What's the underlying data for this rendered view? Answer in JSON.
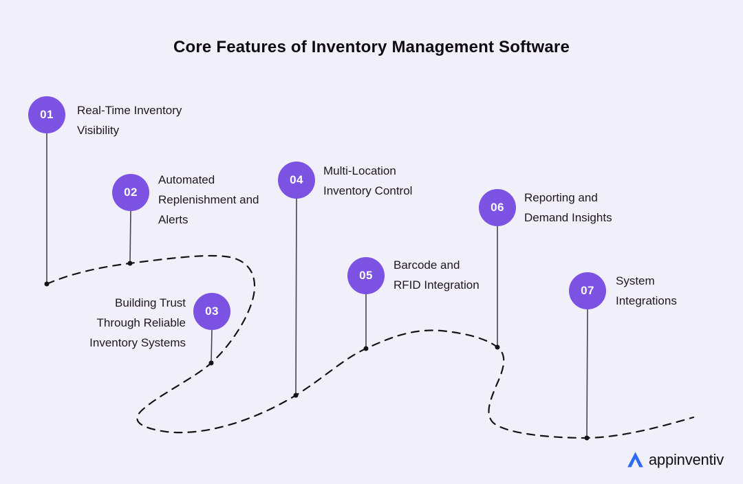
{
  "title": "Core Features of Inventory Management Software",
  "items": [
    {
      "number": "01",
      "lines": [
        "Real-Time Inventory",
        "Visibility"
      ]
    },
    {
      "number": "02",
      "lines": [
        "Automated",
        "Replenishment and",
        "Alerts"
      ]
    },
    {
      "number": "03",
      "lines": [
        "Building Trust",
        "Through Reliable",
        "Inventory Systems"
      ]
    },
    {
      "number": "04",
      "lines": [
        "Multi-Location",
        "Inventory Control"
      ]
    },
    {
      "number": "05",
      "lines": [
        "Barcode and",
        "RFID Integration"
      ]
    },
    {
      "number": "06",
      "lines": [
        "Reporting and",
        "Demand Insights"
      ]
    },
    {
      "number": "07",
      "lines": [
        "System",
        "Integrations"
      ]
    }
  ],
  "logo": {
    "brand": "appinventiv"
  },
  "colors": {
    "background": "#f1effa",
    "circle_purple": "#7b52e2",
    "text_dark": "#1c1824",
    "curve_black": "#141414",
    "stem_gray": "#46444d",
    "logo_blue": "#2e6bf3"
  }
}
